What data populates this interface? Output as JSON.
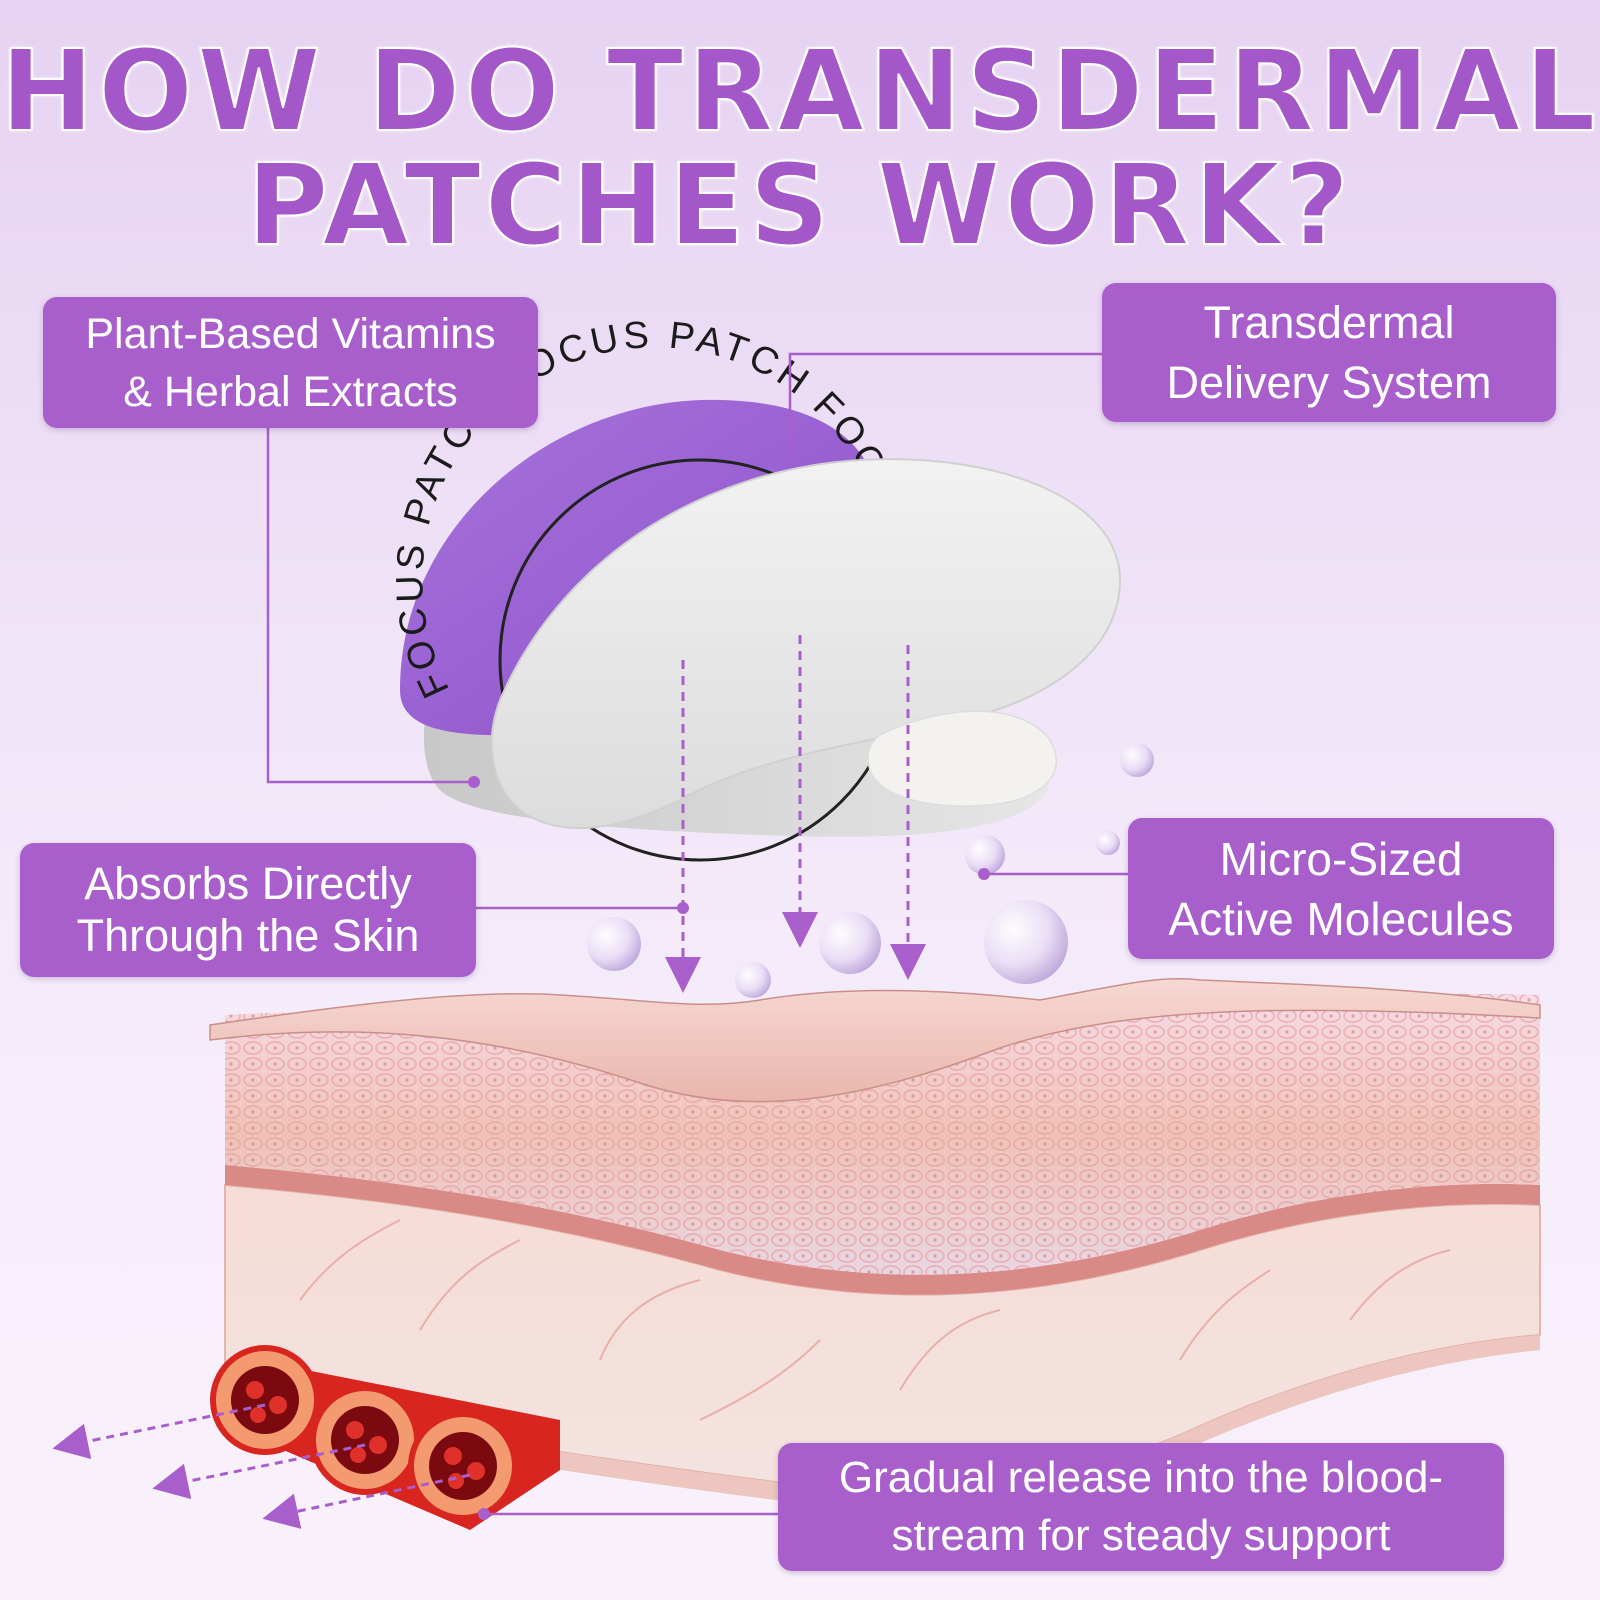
{
  "title": {
    "line1": "HOW DO TRANSDERMAL",
    "line2": "PATCHES WORK?"
  },
  "patch": {
    "arc_text": "FOCUS PATCH FOCUS PATCH FOCUS PATCH",
    "fill_color": "#9a5bd0"
  },
  "labels": {
    "plant": {
      "line1": "Plant-Based Vitamins",
      "line2": "& Herbal Extracts"
    },
    "delivery": {
      "line1": "Transdermal",
      "line2": "Delivery System"
    },
    "absorbs": {
      "line1": "Absorbs Directly",
      "line2": "Through the Skin"
    },
    "molecules": {
      "line1": "Micro-Sized",
      "line2": "Active Molecules"
    },
    "gradual": {
      "line1": "Gradual release into the blood-",
      "line2": "stream for steady support"
    }
  },
  "colors": {
    "accent": "#a85fcb",
    "title": "#a457c9",
    "skin": "#f2cfc8",
    "blood": "#d8251f"
  }
}
